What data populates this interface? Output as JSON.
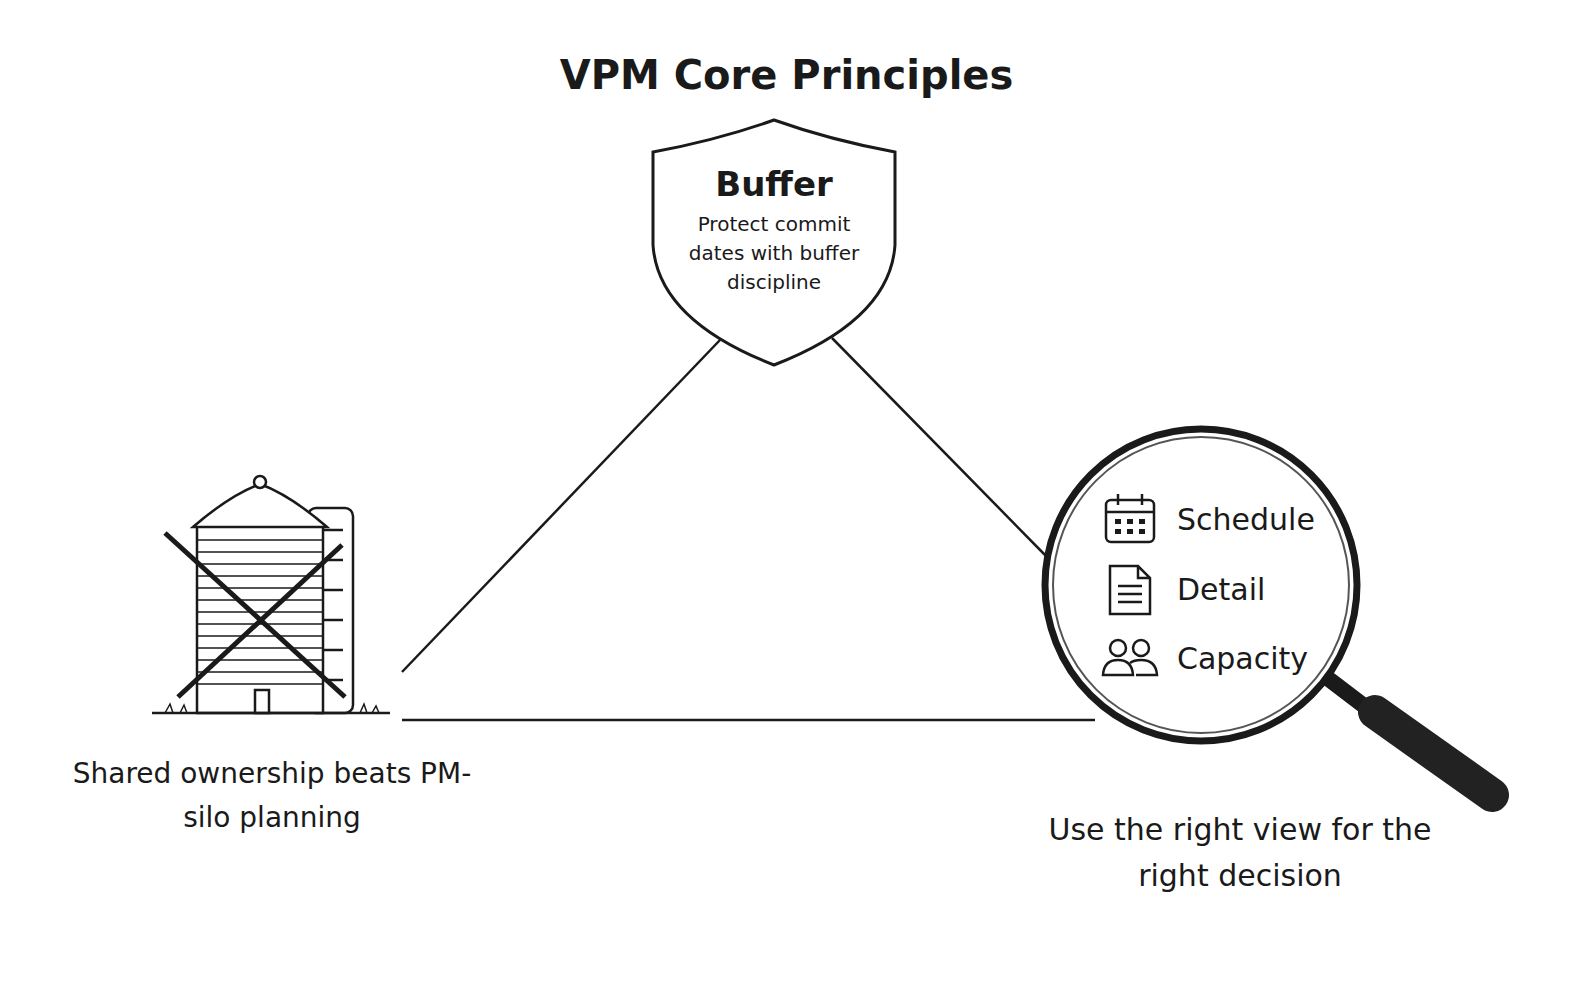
{
  "diagram": {
    "title": "VPM Core Principles",
    "nodes": [
      {
        "text": [
          "Buffer",
          "Protect commit dates with buffer discipline"
        ]
      },
      {
        "text": [
          "Shared ownership beats PM-silo planning"
        ]
      },
      {
        "text": [
          "Schedule",
          "Detail",
          "Capacity",
          "Use the right view for the right decision"
        ]
      }
    ],
    "edges": [
      {
        "from": 0,
        "to": 1,
        "arrow": "none"
      },
      {
        "from": 0,
        "to": 2,
        "arrow": "none"
      },
      {
        "from": 1,
        "to": 2,
        "arrow": "none"
      }
    ]
  }
}
